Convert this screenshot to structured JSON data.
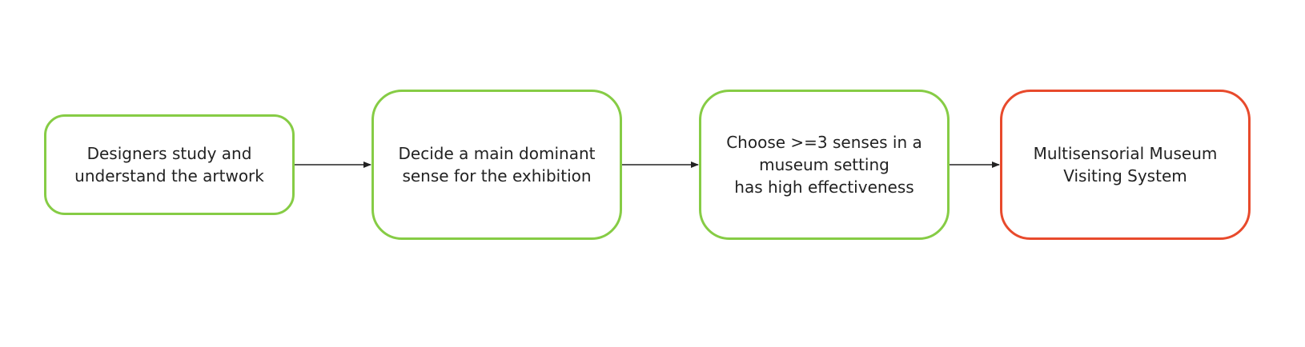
{
  "diagram": {
    "steps": [
      {
        "label": "Designers study and\nunderstand the artwork",
        "border_color": "#86cc45"
      },
      {
        "label": "Decide a main dominant\nsense for the exhibition",
        "border_color": "#86cc45"
      },
      {
        "label": "Choose >=3 senses in a\nmuseum setting\nhas high effectiveness",
        "border_color": "#86cc45"
      },
      {
        "label": "Multisensorial Museum\nVisiting System",
        "border_color": "#e84a2c"
      }
    ],
    "connectors": [
      {
        "from": 0,
        "to": 1
      },
      {
        "from": 1,
        "to": 2
      },
      {
        "from": 2,
        "to": 3
      }
    ],
    "arrow_color": "#222222"
  }
}
